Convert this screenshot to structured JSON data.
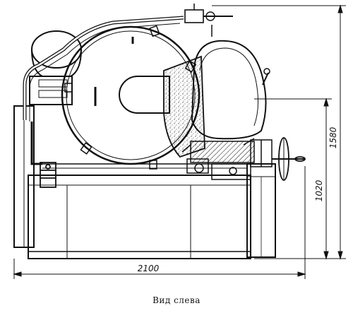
{
  "drawing": {
    "dimensions": {
      "overall_width": "2100",
      "overall_height": "1580",
      "axis_height": "1020"
    },
    "caption": "Вид слева"
  },
  "colors": {
    "ink": "#111111",
    "paper": "#ffffff"
  }
}
